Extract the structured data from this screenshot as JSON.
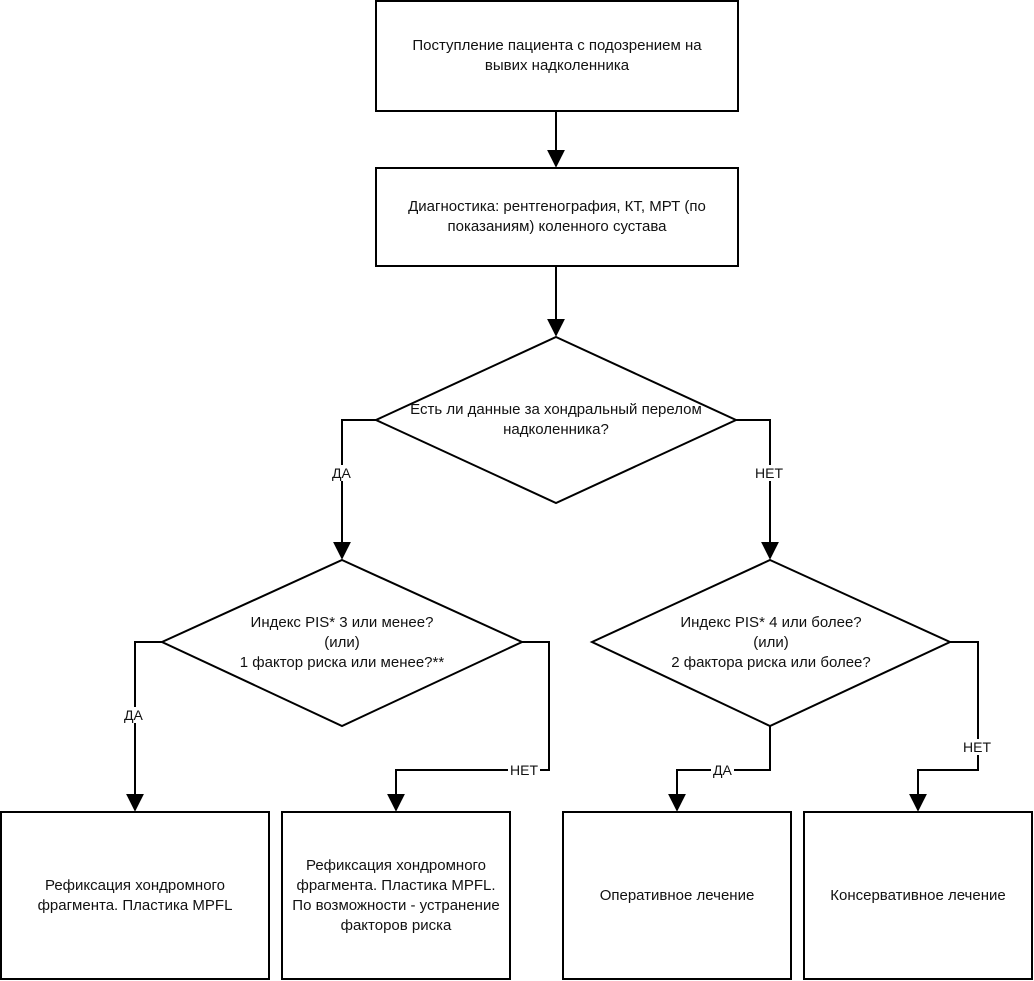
{
  "diagram": {
    "nodes": {
      "admission": "Поступление пациента с подозрением на вывих надколенника",
      "diagnostics": "Диагностика: рентгенография, КТ, МРТ (по показаниям) коленного сустава",
      "decision_fracture": "Есть ли данные за хондральный перелом надколенника?",
      "decision_pis_low": "Индекс PIS* 3 или менее?\n(или)\n1 фактор риска или менее?**",
      "decision_pis_high": "Индекс PIS* 4 или более?\n(или)\n2 фактора риска или более?",
      "outcome_refix_mpfl": "Рефиксация хондромного фрагмента. Пластика MPFL",
      "outcome_refix_mpfl_risk": "Рефиксация хондромного фрагмента. Пластика MPFL. По возможности - устранение факторов риска",
      "outcome_surgery": "Оперативное лечение",
      "outcome_conservative": "Консервативное лечение"
    },
    "edge_labels": {
      "fracture_yes": "ДА",
      "fracture_no": "НЕТ",
      "pis_low_yes": "ДА",
      "pis_low_no": "НЕТ",
      "pis_high_yes": "ДА",
      "pis_high_no": "НЕТ"
    }
  }
}
